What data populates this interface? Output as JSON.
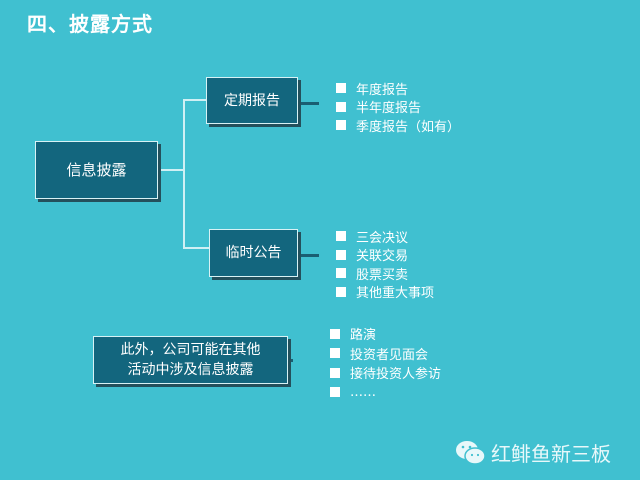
{
  "title": "四、披露方式",
  "root": "信息披露",
  "periodic": {
    "label": "定期报告",
    "items": [
      "年度报告",
      "半年度报告",
      "季度报告（如有）"
    ]
  },
  "interim": {
    "label": "临时公告",
    "items": [
      "三会决议",
      "关联交易",
      "股票买卖",
      "其他重大事项"
    ]
  },
  "other": {
    "line1": "此外，公司可能在其他",
    "line2": "活动中涉及信息披露",
    "items": [
      "路演",
      "投资者见面会",
      "接待投资人参访",
      "……"
    ]
  },
  "watermark": "红鲱鱼新三板"
}
